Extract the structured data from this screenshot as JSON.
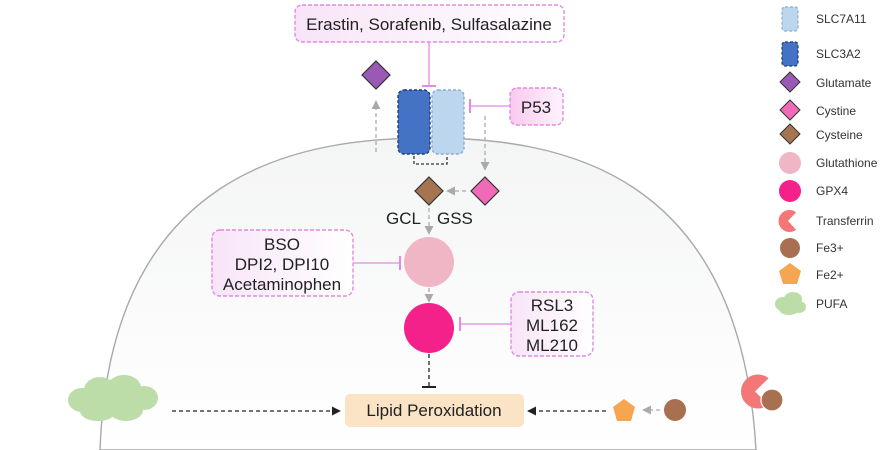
{
  "inhibitors": {
    "top": "Erastin, Sorafenib, Sulfasalazine",
    "p53": "P53",
    "gsh": [
      "BSO",
      "DPI2, DPI10",
      "Acetaminophen"
    ],
    "gpx4": [
      "RSL3",
      "ML162",
      "ML210"
    ]
  },
  "enzymes": {
    "gcl": "GCL",
    "gss": "GSS"
  },
  "outcome": "Lipid Peroxidation",
  "colors": {
    "slc7a11": "#bcd6ee",
    "slc3a2": "#4472c4",
    "glutamate": "#9b59b6",
    "cystine": "#f06ab8",
    "cysteine": "#a47550",
    "glutathione": "#f0b6c6",
    "gpx4": "#f5218a",
    "transferrin": "#f47778",
    "fe3": "#a87050",
    "fe2": "#f6a550",
    "pufa": "#bcdca8",
    "inhibitor_border": "#e08ae0",
    "inhibitor_fill": "#fbeefb",
    "outcome_fill": "#fbe3c6"
  },
  "legend": [
    {
      "label": "SLC7A11",
      "icon": "slc7a11-rect"
    },
    {
      "label": "SLC3A2",
      "icon": "slc3a2-rect"
    },
    {
      "label": "Glutamate",
      "icon": "diamond"
    },
    {
      "label": "Cystine",
      "icon": "diamond"
    },
    {
      "label": "Cysteine",
      "icon": "diamond"
    },
    {
      "label": "Glutathione",
      "icon": "circle"
    },
    {
      "label": "GPX4",
      "icon": "circle"
    },
    {
      "label": "Transferrin",
      "icon": "pacman"
    },
    {
      "label": "Fe3+",
      "icon": "circle"
    },
    {
      "label": "Fe2+",
      "icon": "pentagon"
    },
    {
      "label": "PUFA",
      "icon": "cloud"
    }
  ]
}
